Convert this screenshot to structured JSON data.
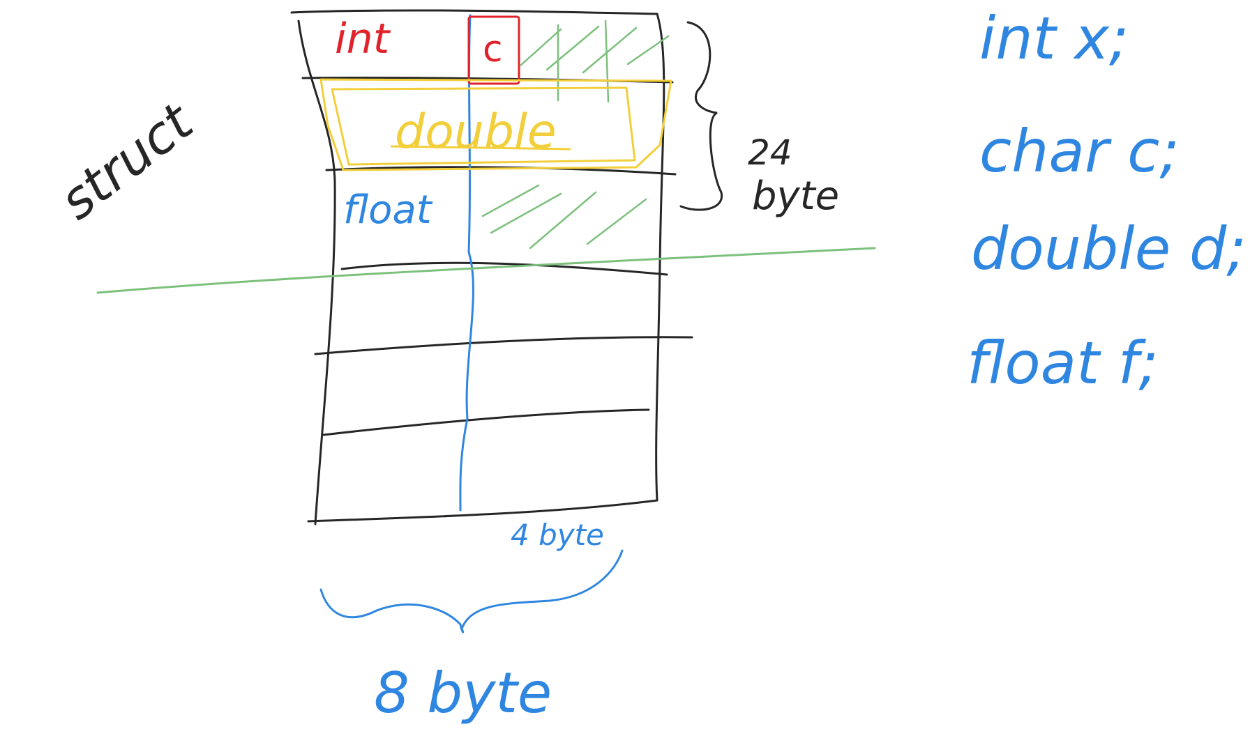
{
  "labels": {
    "struct": "struct",
    "cell_int": "int",
    "cell_char": "c",
    "cell_double": "double",
    "cell_float": "float",
    "size_total": "24",
    "size_total_unit": "byte",
    "size_half": "4 byte",
    "size_row": "8 byte"
  },
  "code": {
    "line1": "int x;",
    "line2": "char c;",
    "line3": "double d;",
    "line4": "float f;"
  },
  "colors": {
    "ink_black": "#262626",
    "ink_red": "#e0222a",
    "ink_blue": "#2f86e0",
    "ink_green": "#7cc07c",
    "ink_yellow": "#f2cf3a"
  }
}
